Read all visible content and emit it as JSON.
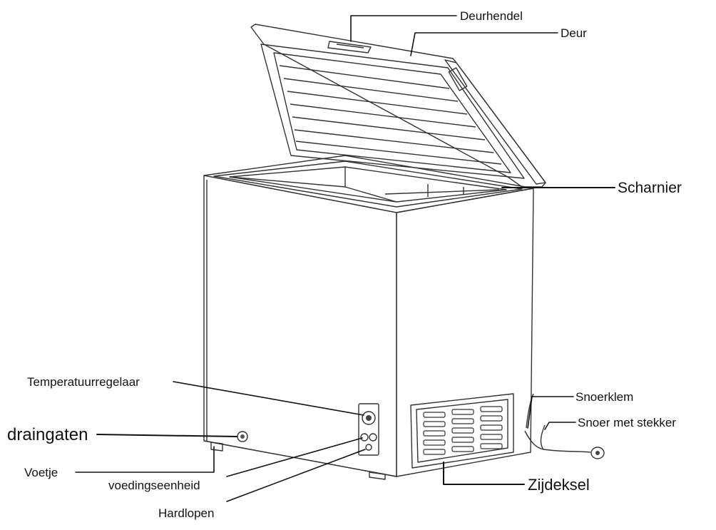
{
  "labels": {
    "door_handle": "Deurhendel",
    "door": "Deur",
    "hinge": "Scharnier",
    "thermostat": "Temperatuurregelaar",
    "drain_holes": "draingaten",
    "foot": "Voetje",
    "power_unit": "voedingseenheid",
    "running": "Hardlopen",
    "cord_clamp": "Snoerklem",
    "power_cord": "Snoer met stekker",
    "side_cover": "Zijdeksel"
  },
  "colors": {
    "line": "#111111",
    "outline": "#333333",
    "background": "#ffffff"
  }
}
